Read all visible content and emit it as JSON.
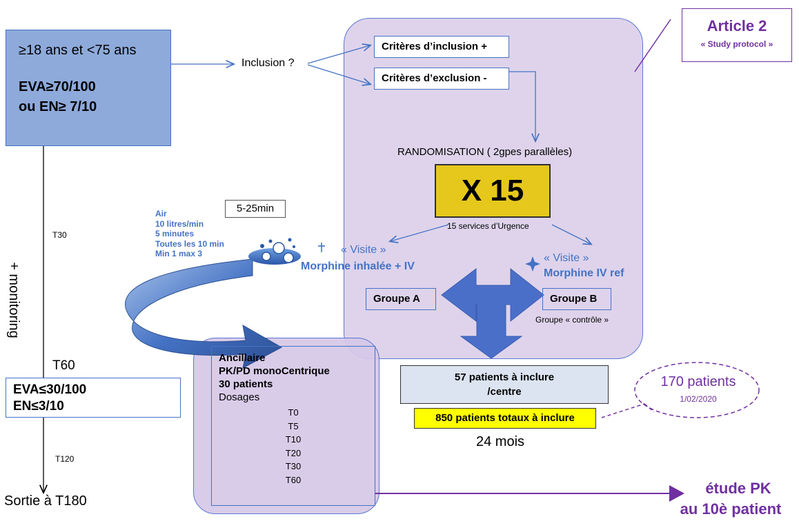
{
  "left_box": {
    "age": "≥18 ans et <75 ans",
    "eva": "EVA≥70/100",
    "en": "ou EN≥ 7/10"
  },
  "inclusion_label": "Inclusion ?",
  "criteria": {
    "inclusion": "Critères d’inclusion +",
    "exclusion": "Critères d’exclusion -"
  },
  "article": {
    "title": "Article 2",
    "subtitle": "« Study protocol »"
  },
  "randomisation": "RANDOMISATION ( 2gpes parallèles)",
  "x15": "X 15",
  "services": "15 services d’Urgence",
  "visit_a": {
    "visite": "« Visite »",
    "treatment": "Morphine inhalée + IV"
  },
  "visit_b": {
    "visite": "« Visite »",
    "treatment": "Morphine IV ref"
  },
  "groupe_a": "Groupe A",
  "groupe_b": "Groupe B",
  "groupe_b_caption": "Groupe « contrôle »",
  "air": {
    "lines": [
      "Air",
      "10 litres/min",
      "5 minutes",
      "Toutes les 10 min",
      "Min 1 max 3"
    ],
    "duration": "5-25min"
  },
  "timeline": {
    "t30": "T30",
    "monitoring": "+ monitoring",
    "t60": "T60",
    "t120": "T120",
    "exit": "Sortie à T180"
  },
  "eva_box": {
    "eva": "EVA≤30/100",
    "en": "EN≤3/10"
  },
  "ancillary": {
    "line1": "Ancillaire",
    "line2": "PK/PD monoCentrique",
    "line3": "30 patients",
    "line4": "Dosages",
    "times": [
      "T0",
      "T5",
      "T10",
      "T20",
      "T30",
      "T60"
    ]
  },
  "patients_center": {
    "line1": "57 patients à inclure",
    "line2": "/centre"
  },
  "patients_total": "850 patients totaux à inclure",
  "duration": "24 mois",
  "cloud": {
    "count": "170 patients",
    "date": "1/02/2020"
  },
  "pk_study": {
    "line1": "étude PK",
    "line2": "au 10è patient"
  },
  "colors": {
    "lavender": "#d9cfe8",
    "blue_box": "#8eaadb",
    "yellow": "#ffff00",
    "gold": "#e6c81c",
    "purple": "#7030a0",
    "blue": "#4472c4",
    "light_blue": "#dbe4f0"
  }
}
